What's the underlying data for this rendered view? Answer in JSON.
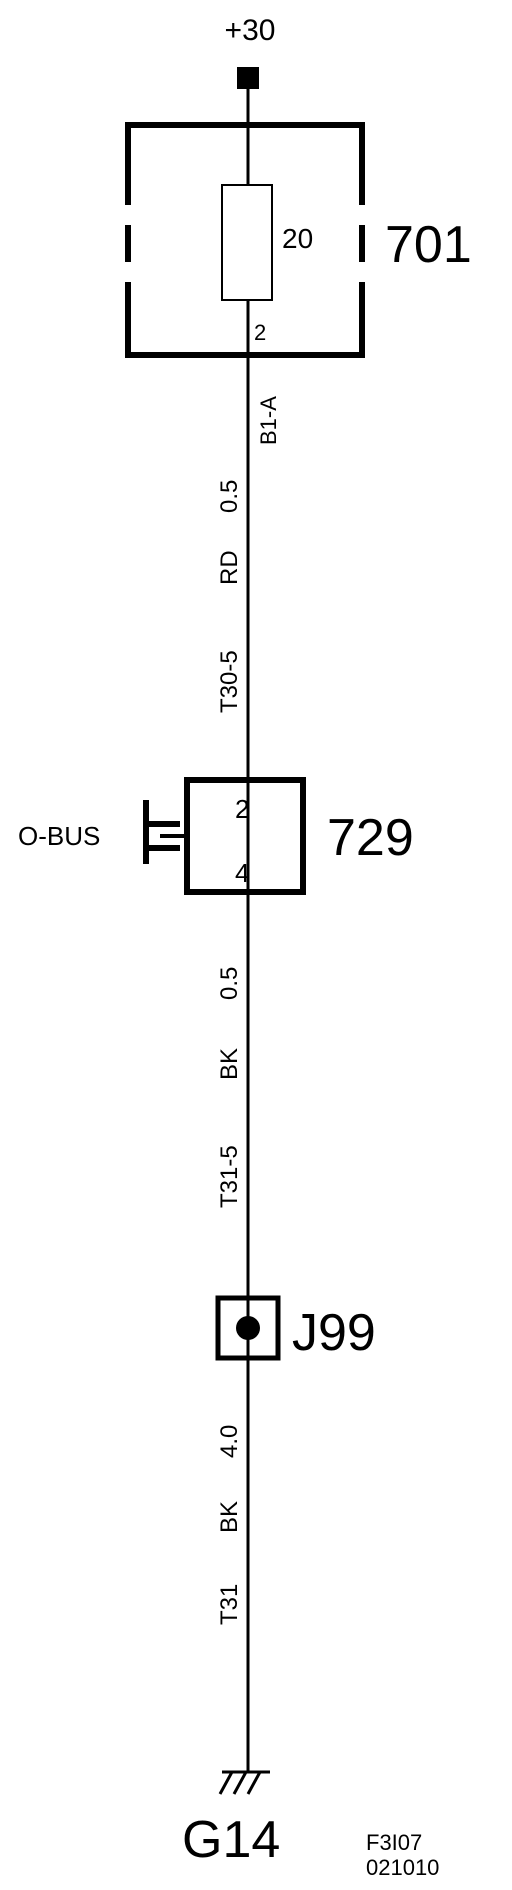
{
  "supply": {
    "label": "+30"
  },
  "fuse_box": {
    "id": "701",
    "fuse_rating": "20",
    "pin": "2"
  },
  "connector_top": "B1-A",
  "wire_upper": {
    "size": "0.5",
    "color": "RD",
    "name": "T30-5"
  },
  "module": {
    "id": "729",
    "pin_in": "2",
    "pin_out": "4",
    "bus_label": "O-BUS"
  },
  "wire_middle": {
    "size": "0.5",
    "color": "BK",
    "name": "T31-5"
  },
  "junction": {
    "id": "J99"
  },
  "wire_lower": {
    "size": "4.0",
    "color": "BK",
    "name": "T31"
  },
  "ground": {
    "id": "G14"
  },
  "footer": {
    "code": "F3I07",
    "date": "021010"
  },
  "colors": {
    "line": "#000000",
    "background": "#ffffff"
  }
}
